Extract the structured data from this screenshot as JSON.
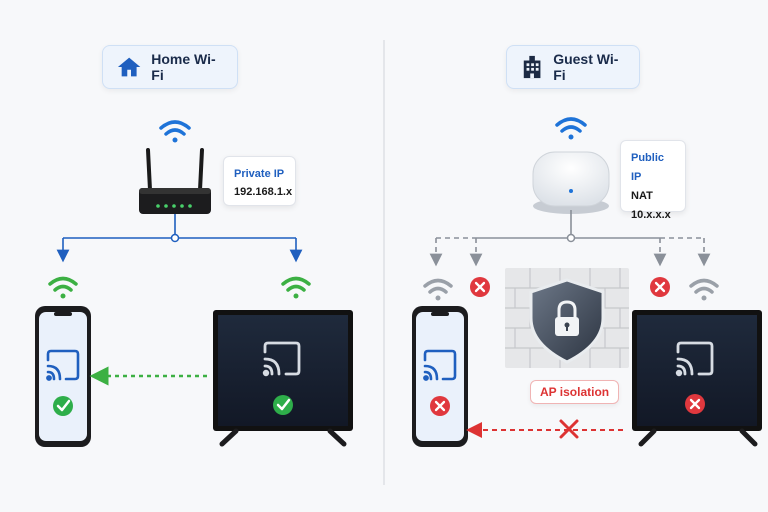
{
  "home": {
    "title": "Home Wi-Fi",
    "ip_label": "Private IP",
    "ip_value": "192.168.1.x"
  },
  "guest": {
    "title": "Guest Wi-Fi",
    "ip_label": "Public IP",
    "nat_label": "NAT",
    "ip_value": "10.x.x.x",
    "isolation_label": "AP isolation"
  },
  "colors": {
    "accent_blue": "#1f5fbf",
    "wifi_blue": "#1e73d8",
    "wifi_green": "#3cb043",
    "ok_green": "#2eae4a",
    "error_red": "#e0383e",
    "wifi_gray": "#9aa0a8",
    "screen_dark": "#1b2333"
  },
  "icons": [
    "home-icon",
    "building-icon",
    "wifi-icon",
    "router-icon",
    "access-point-icon",
    "phone-icon",
    "tv-icon",
    "cast-icon",
    "check-icon",
    "x-icon",
    "shield-lock-icon",
    "brick-wall-icon"
  ]
}
